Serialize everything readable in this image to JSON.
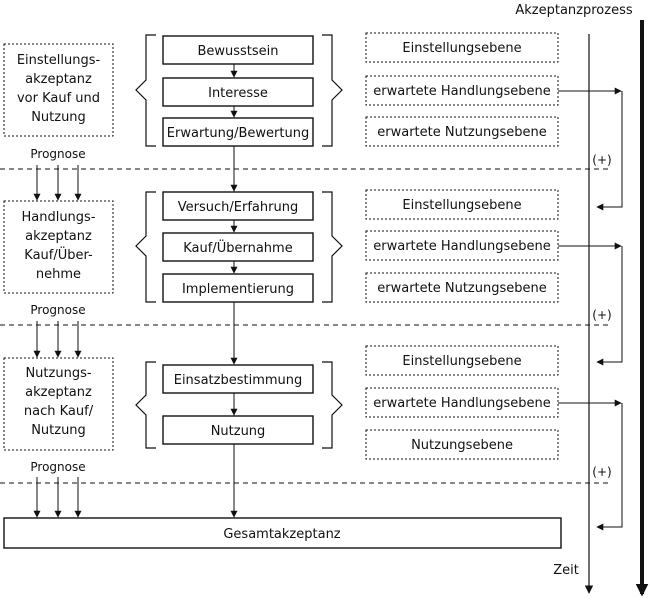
{
  "title": "Akzeptanzprozess",
  "time_label": "Zeit",
  "sections": [
    {
      "left_lines": [
        "Einstellungs-",
        "akzeptanz",
        "vor Kauf und",
        "Nutzung"
      ],
      "prognose": "Prognose",
      "steps": [
        "Bewusstsein",
        "Interesse",
        "Erwartung/Bewertung"
      ],
      "levels": [
        "Einstellungsebene",
        "erwartete Handlungsebene",
        "erwartete Nutzungsebene"
      ],
      "feedback": "(+)"
    },
    {
      "left_lines": [
        "Handlungs-",
        "akzeptanz",
        "Kauf/Über-",
        "nehme"
      ],
      "prognose": "Prognose",
      "steps": [
        "Versuch/Erfahrung",
        "Kauf/Übernahme",
        "Implementierung"
      ],
      "levels": [
        "Einstellungsebene",
        "erwartete Handlungsebene",
        "erwartete Nutzungsebene"
      ],
      "feedback": "(+)"
    },
    {
      "left_lines": [
        "Nutzungs-",
        "akzeptanz",
        "nach Kauf/",
        "Nutzung"
      ],
      "prognose": "Prognose",
      "steps": [
        "Einsatzbestimmung",
        "Nutzung"
      ],
      "levels": [
        "Einstellungsebene",
        "erwartete Handlungsebene",
        "Nutzungsebene"
      ],
      "feedback": "(+)"
    }
  ],
  "total": "Gesamtakzeptanz"
}
